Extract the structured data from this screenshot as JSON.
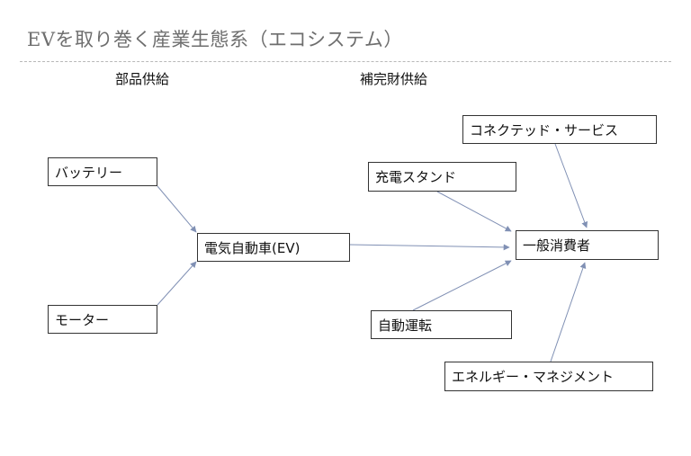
{
  "title": "EVを取り巻く産業生態系（エコシステム）",
  "sections": {
    "parts": "部品供給",
    "complementary": "補完財供給"
  },
  "nodes": {
    "battery": "バッテリー",
    "motor": "モーター",
    "ev": "電気自動車(EV)",
    "charging": "充電スタンド",
    "autonomous": "自動運転",
    "connected": "コネクテッド・サービス",
    "consumer": "一般消費者",
    "energy": "エネルギー・マネジメント"
  },
  "edges": [
    {
      "from": "battery",
      "to": "ev"
    },
    {
      "from": "motor",
      "to": "ev"
    },
    {
      "from": "ev",
      "to": "consumer"
    },
    {
      "from": "charging",
      "to": "consumer"
    },
    {
      "from": "autonomous",
      "to": "consumer"
    },
    {
      "from": "connected",
      "to": "consumer"
    },
    {
      "from": "energy",
      "to": "consumer"
    }
  ],
  "colors": {
    "edge": "#8090b4",
    "node_border": "#333333",
    "title": "#6e6e6e"
  }
}
